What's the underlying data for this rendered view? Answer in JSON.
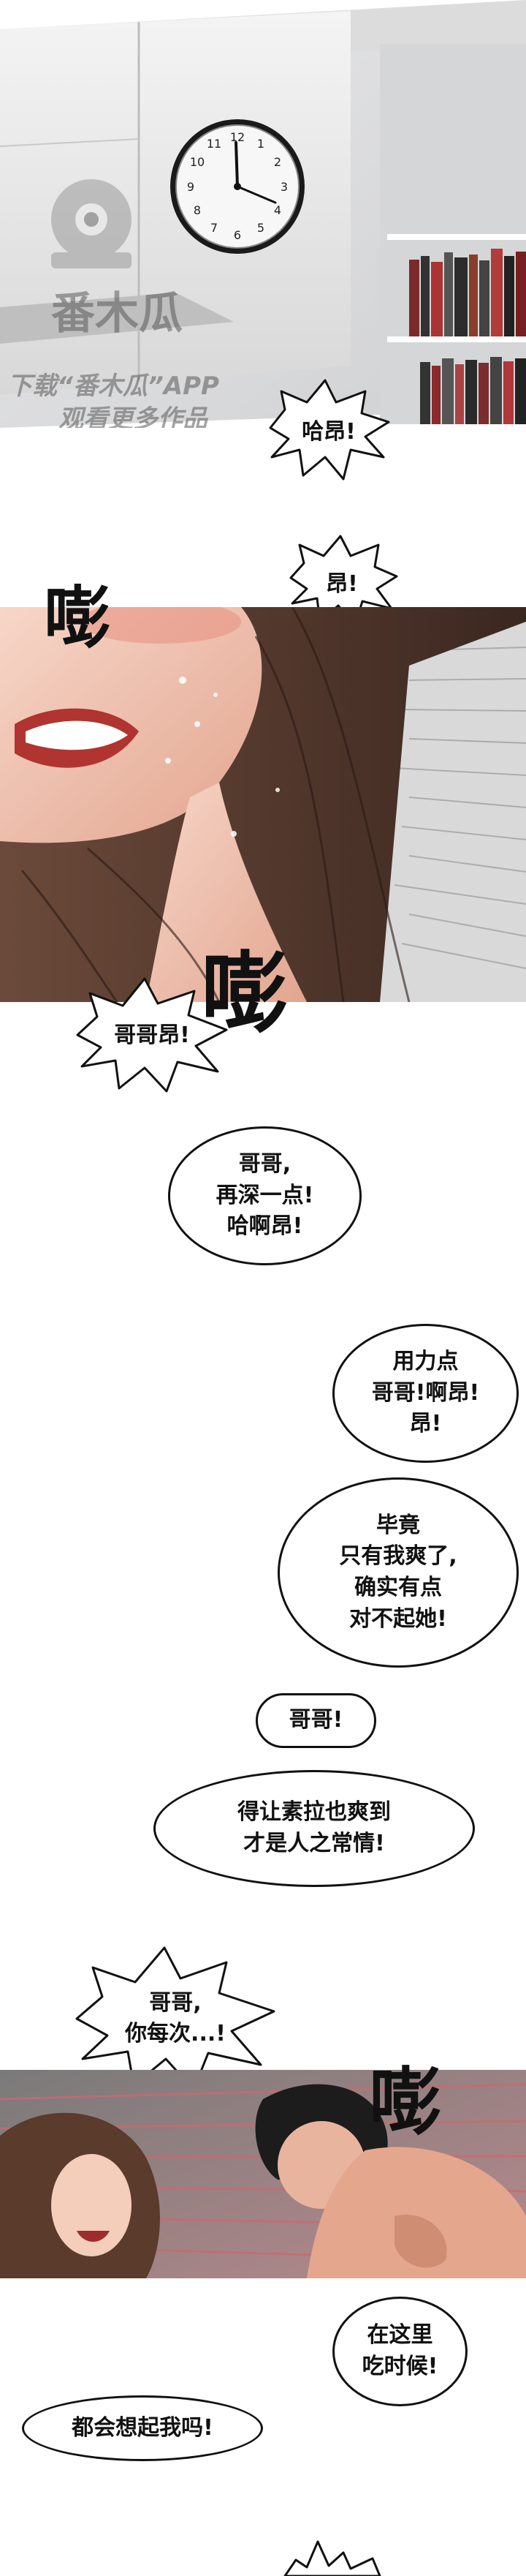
{
  "watermark": {
    "brand_text": "番木瓜",
    "line1": "下载“番木瓜”APP",
    "line2": "观看更多作品"
  },
  "dialogue": {
    "b1": "哈昂!",
    "b2": "昂!",
    "b3": "哥哥昂!",
    "b4": "哥哥,\n再深一点!\n哈啊昂!",
    "b5": "用力点\n哥哥!啊昂!\n昂!",
    "b6": "毕竟\n只有我爽了,\n确实有点\n对不起她!",
    "b7": "哥哥!",
    "b8": "得让素拉也爽到\n才是人之常情!",
    "b9": "哥哥,\n你每次...!",
    "b10": "在这里\n吃时候!",
    "b11": "都会想起我吗!"
  },
  "sfx": {
    "s1": "嘭",
    "s2": "嘭",
    "s3": "嘭"
  }
}
